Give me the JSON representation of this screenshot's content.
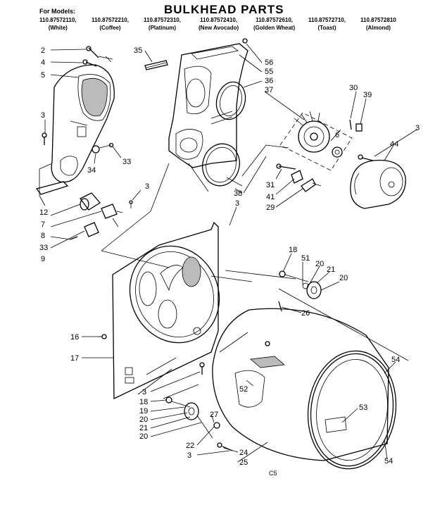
{
  "header": {
    "for_models_label": "For Models:",
    "title": "BULKHEAD PARTS",
    "models": [
      {
        "number": "110.87572110,",
        "color": "(White)"
      },
      {
        "number": "110.87572210,",
        "color": "(Coffee)"
      },
      {
        "number": "110.87572310,",
        "color": "(Platinum)"
      },
      {
        "number": "110.87572410,",
        "color": "(New Avocado)"
      },
      {
        "number": "110.87572610,",
        "color": "(Golden Wheat)"
      },
      {
        "number": "110.87572710,",
        "color": "(Toast)"
      },
      {
        "number": "110.87572810",
        "color": "(Almond)"
      }
    ]
  },
  "callouts": [
    "2",
    "4",
    "5",
    "3",
    "12",
    "7",
    "8",
    "33",
    "9",
    "34",
    "33",
    "3",
    "35",
    "56",
    "55",
    "36",
    "37",
    "38",
    "3",
    "30",
    "39",
    "6",
    "3",
    "44",
    "31",
    "41",
    "29",
    "18",
    "51",
    "20",
    "21",
    "20",
    "26",
    "16",
    "17",
    "3",
    "18",
    "19",
    "20",
    "21",
    "20",
    "22",
    "3",
    "27",
    "24",
    "25",
    "52",
    "53",
    "54",
    "54"
  ],
  "footer": {
    "code": "C5"
  }
}
